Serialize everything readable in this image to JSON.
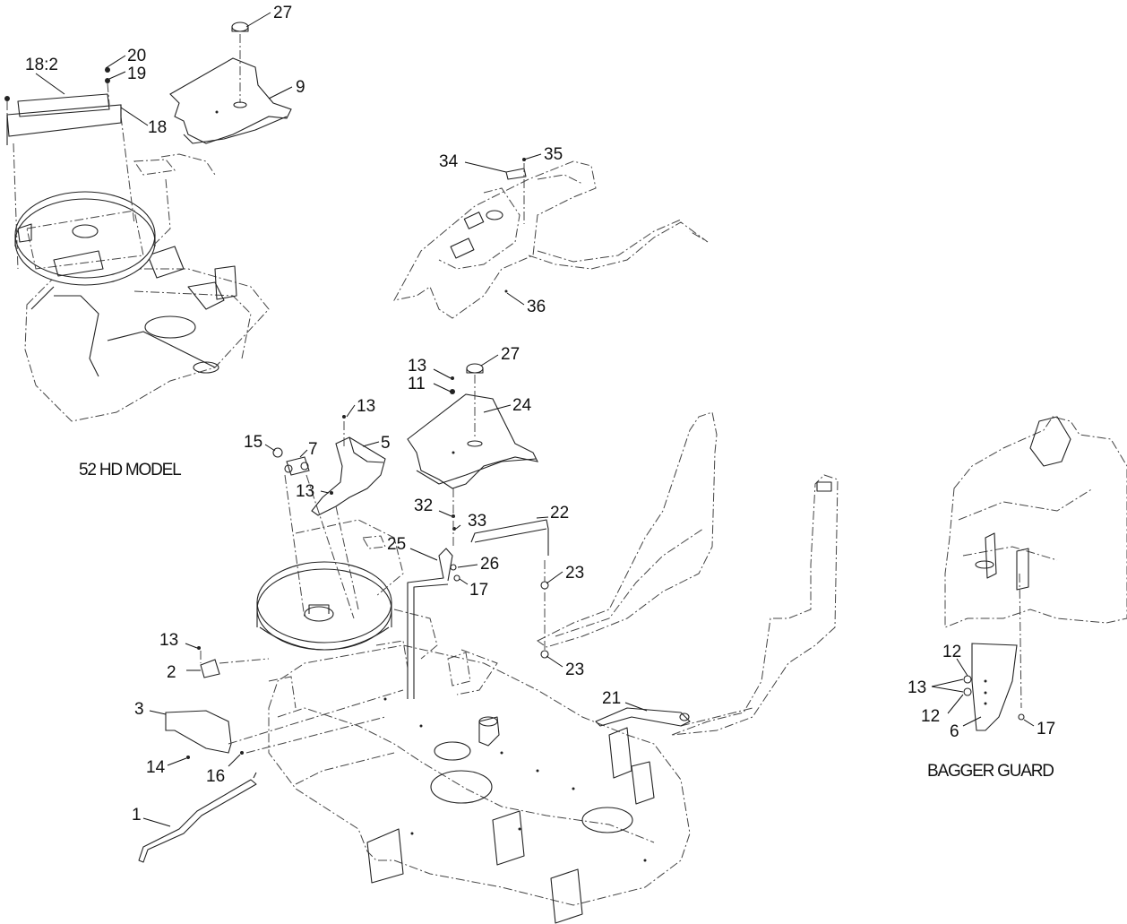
{
  "captions": {
    "hd_model": "52 HD MODEL",
    "bagger_guard": "BAGGER GUARD"
  },
  "callouts": {
    "c1": "1",
    "c2": "2",
    "c3": "3",
    "c5": "5",
    "c6": "6",
    "c7": "7",
    "c9": "9",
    "c11": "11",
    "c12a": "12",
    "c12b": "12",
    "c13a": "13",
    "c13b": "13",
    "c13c": "13",
    "c13d": "13",
    "c13e": "13",
    "c14": "14",
    "c15": "15",
    "c16": "16",
    "c17a": "17",
    "c17b": "17",
    "c18": "18",
    "c18_2": "18:2",
    "c19": "19",
    "c20": "20",
    "c21": "21",
    "c22": "22",
    "c23a": "23",
    "c23b": "23",
    "c24": "24",
    "c25": "25",
    "c26": "26",
    "c27a": "27",
    "c27b": "27",
    "c32": "32",
    "c33": "33",
    "c34": "34",
    "c35": "35",
    "c36": "36"
  }
}
